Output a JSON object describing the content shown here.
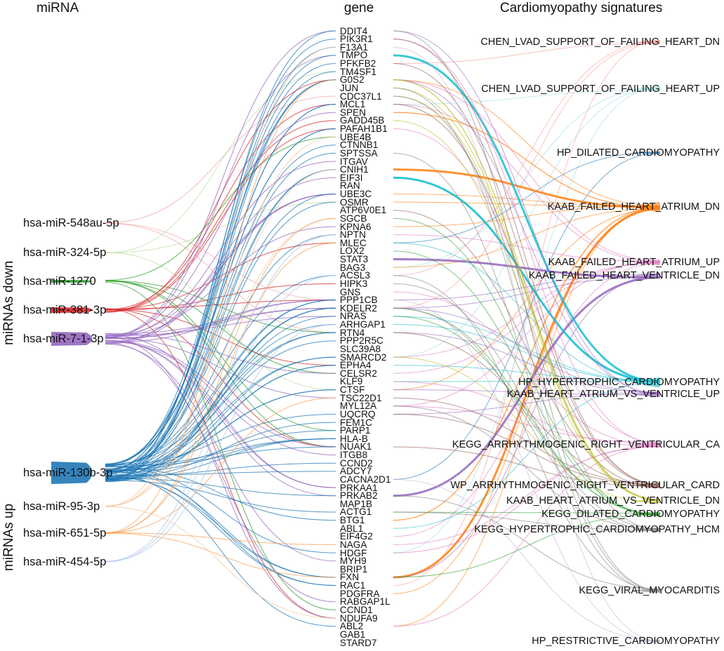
{
  "headers": {
    "mirna": "miRNA",
    "gene": "gene",
    "signatures": "Cardiomyopathy signatures"
  },
  "groups": {
    "down": "miRNAs down",
    "up": "miRNAs up"
  },
  "mirnas": [
    {
      "label": "hsa-miR-548au-5p",
      "color": "#f4a6a6",
      "weight": 1
    },
    {
      "label": "hsa-miR-324-5p",
      "color": "#b9df9f",
      "weight": 1
    },
    {
      "label": "hsa-miR-1270",
      "color": "#2ca02c",
      "weight": 2
    },
    {
      "label": "hsa-miR-381-3p",
      "color": "#d62728",
      "weight": 3
    },
    {
      "label": "hsa-miR-7-1-3p",
      "color": "#9467bd",
      "weight": 6
    },
    {
      "label": "hsa-miR-130b-3p",
      "color": "#1f77b4",
      "weight": 9
    },
    {
      "label": "hsa-miR-95-3p",
      "color": "#f5c9a0",
      "weight": 1
    },
    {
      "label": "hsa-miR-651-5p",
      "color": "#f6a35a",
      "weight": 1
    },
    {
      "label": "hsa-miR-454-5p",
      "color": "#aec7e8",
      "weight": 1
    }
  ],
  "genes": [
    "DDIT4",
    "PIK3R1",
    "F13A1",
    "TMPO",
    "PFKFB2",
    "TM4SF1",
    "G0S2",
    "JUN",
    "CDC37L1",
    "MCL1",
    "SPEN",
    "GADD45B",
    "PAFAH1B1",
    "UBE4B",
    "CTNNB1",
    "SPTSSA",
    "ITGAV",
    "CNIH1",
    "EIF3I",
    "RAN",
    "UBE3C",
    "OSMR",
    "ATP6V0E1",
    "SGCB",
    "KPNA6",
    "NPTN",
    "MLEC",
    "LOX2",
    "STAT3",
    "BAG3",
    "ACSL3",
    "HIPK3",
    "GNS",
    "PPP1CB",
    "KDELR2",
    "NRAS",
    "ARHGAP1",
    "RTN4",
    "PPP2R5C",
    "SLC39A8",
    "SMARCD2",
    "EPHA4",
    "CELSR2",
    "KLF9",
    "CTSF",
    "TSC22D1",
    "MYL12A",
    "UQCRQ",
    "FEM1C",
    "PARP1",
    "HLA-B",
    "NUAK1",
    "ITGB8",
    "CCND2",
    "ADCY7",
    "CACNA2D1",
    "PRKAA1",
    "PRKAB2",
    "MAP1B",
    "ACTG1",
    "BTG1",
    "ABL1",
    "EIF4G2",
    "NAGA",
    "HDGF",
    "MYH9",
    "BRIP1",
    "FXN",
    "RAC1",
    "PDGFRA",
    "RABGAP1L",
    "CCND1",
    "NDUFA9",
    "ABL2",
    "GAB1",
    "STARD7"
  ],
  "signatures": [
    {
      "label": "CHEN_LVAD_SUPPORT_OF_FAILING_HEART_DN",
      "color": "#ff9896"
    },
    {
      "label": "CHEN_LVAD_SUPPORT_OF_FAILING_HEART_UP",
      "color": "#9edae5"
    },
    {
      "label": "HP_DILATED_CARDIOMYOPATHY",
      "color": "#1f77b4"
    },
    {
      "label": "KAAB_FAILED_HEART_ATRIUM_DN",
      "color": "#ff7f0e"
    },
    {
      "label": "KAAB_FAILED_HEART_ATRIUM_UP",
      "color": "#e377c2"
    },
    {
      "label": "KAAB_FAILED_HEART_VENTRICLE_DN",
      "color": "#9467bd"
    },
    {
      "label": "HP_HYPERTROPHIC_CARDIOMYOPATHY",
      "color": "#17becf"
    },
    {
      "label": "KAAB_HEART_ATRIUM_VS_VENTRICLE_UP",
      "color": "#9467bd"
    },
    {
      "label": "KEGG_ARRHYTHMOGENIC_RIGHT_VENTRICULAR_CA",
      "color": "#e377c2"
    },
    {
      "label": "WP_ARRHYTHMOGENIC_RIGHT_VENTRICULAR_CARD",
      "color": "#8c564b"
    },
    {
      "label": "KAAB_HEART_ATRIUM_VS_VENTRICLE_DN",
      "color": "#bcbd22"
    },
    {
      "label": "KEGG_DILATED_CARDIOMYOPATHY",
      "color": "#2ca02c"
    },
    {
      "label": "KEGG_HYPERTROPHIC_CARDIOMYOPATHY_HCM",
      "color": "#7f7f7f"
    },
    {
      "label": "KEGG_VIRAL_MYOCARDITIS",
      "color": "#7f7f7f"
    },
    {
      "label": "HP_RESTRICTIVE_CARDIOMYOPATHY",
      "color": "#c5b0d5"
    }
  ]
}
